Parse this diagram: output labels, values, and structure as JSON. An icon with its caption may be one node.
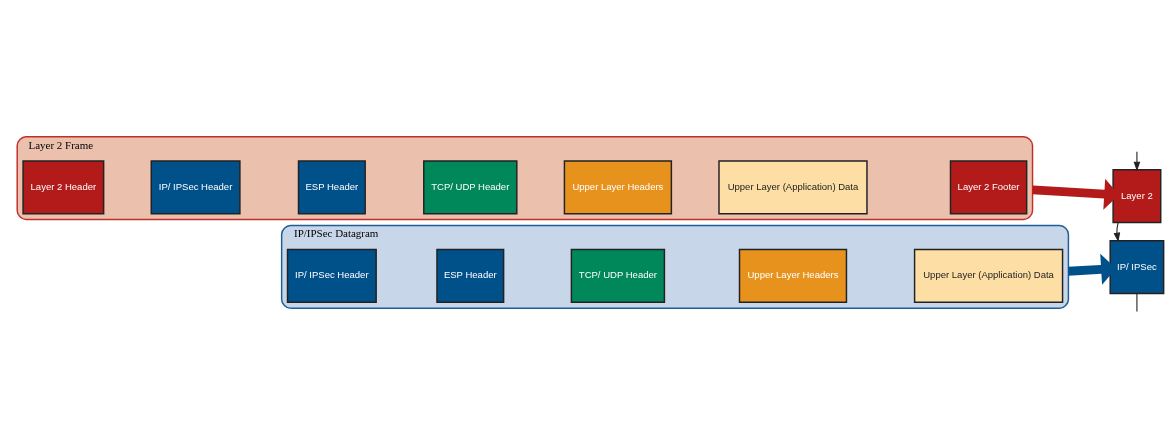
{
  "diagram": {
    "nodes": [
      {
        "text": [
          "IP/IPSec Datagram"
        ]
      },
      {
        "text": [
          "IP/ IPSec Header"
        ],
        "in": 0
      },
      {
        "text": [
          "ESP Header"
        ],
        "in": 0
      },
      {
        "text": [
          "TCP/ UDP Header"
        ],
        "in": 0
      },
      {
        "text": [
          "Upper Layer Headers"
        ],
        "in": 0
      },
      {
        "text": [
          "Upper Layer (Application) Data"
        ],
        "in": 0
      },
      {
        "text": [
          "Layer 2 Frame"
        ]
      },
      {
        "text": [
          "Layer 2 Header"
        ],
        "in": 6
      },
      {
        "text": [
          "IP/ IPSec Header"
        ],
        "in": 6
      },
      {
        "text": [
          "ESP Header"
        ],
        "in": 6
      },
      {
        "text": [
          "TCP/ UDP Header"
        ],
        "in": 6
      },
      {
        "text": [
          "Upper Layer Headers"
        ],
        "in": 6
      },
      {
        "text": [
          "Upper Layer (Application) Data"
        ],
        "in": 6
      },
      {
        "text": [
          "Layer 2 Footer"
        ],
        "in": 6
      },
      {
        "text": [
          "IP/ IPSec"
        ]
      },
      {
        "text": [
          "Layer 2"
        ]
      }
    ],
    "edges": [
      {
        "from": 0,
        "to": 14,
        "arrow": "to",
        "style": "thick",
        "color": "#00508a"
      },
      {
        "from": 6,
        "to": 15,
        "arrow": "to",
        "style": "thick",
        "color": "#b31b1b"
      },
      {
        "from": 15,
        "to": 14,
        "arrow": "to"
      },
      {
        "from": null,
        "to": 15,
        "arrow": "to"
      },
      {
        "from": 14,
        "to": null,
        "arrow": "none"
      }
    ]
  }
}
